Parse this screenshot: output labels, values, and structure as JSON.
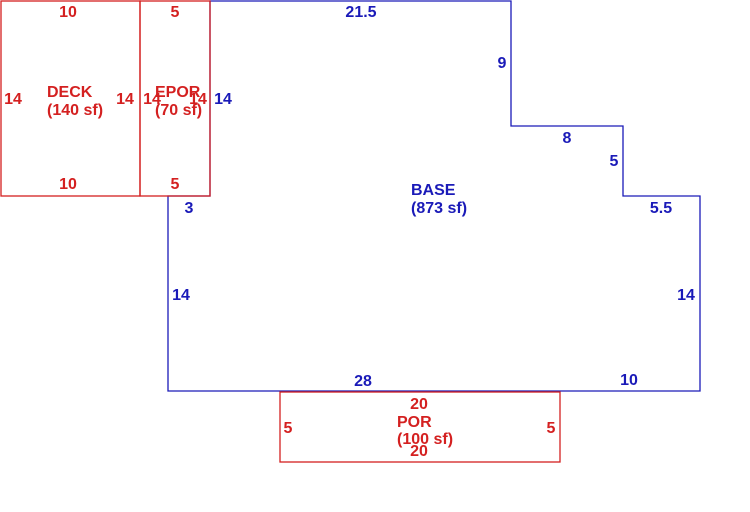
{
  "colors": {
    "base": "#1a1ab8",
    "addition": "#d42020"
  },
  "base": {
    "name": "BASE",
    "area": "(873 sf)",
    "dims": {
      "top": "21.5",
      "right_upper": "9",
      "step_horizontal": "8",
      "step_vertical": "5",
      "right_shelf": "5.5",
      "right_lower": "14",
      "bottom_right": "10",
      "bottom_left": "28",
      "left_lower": "14",
      "left_notch": "3",
      "left_upper": "14"
    }
  },
  "deck": {
    "name": "DECK",
    "area": "(140 sf)",
    "dims": {
      "top": "10",
      "bottom": "10",
      "left": "14",
      "right": "14"
    }
  },
  "epor": {
    "name": "EPOR",
    "area": "(70 sf)",
    "dims": {
      "top": "5",
      "bottom": "5",
      "left": "14",
      "right": "14"
    }
  },
  "por": {
    "name": "POR",
    "area": "(100 sf)",
    "dims": {
      "top": "20",
      "bottom": "20",
      "left": "5",
      "right": "5"
    }
  }
}
